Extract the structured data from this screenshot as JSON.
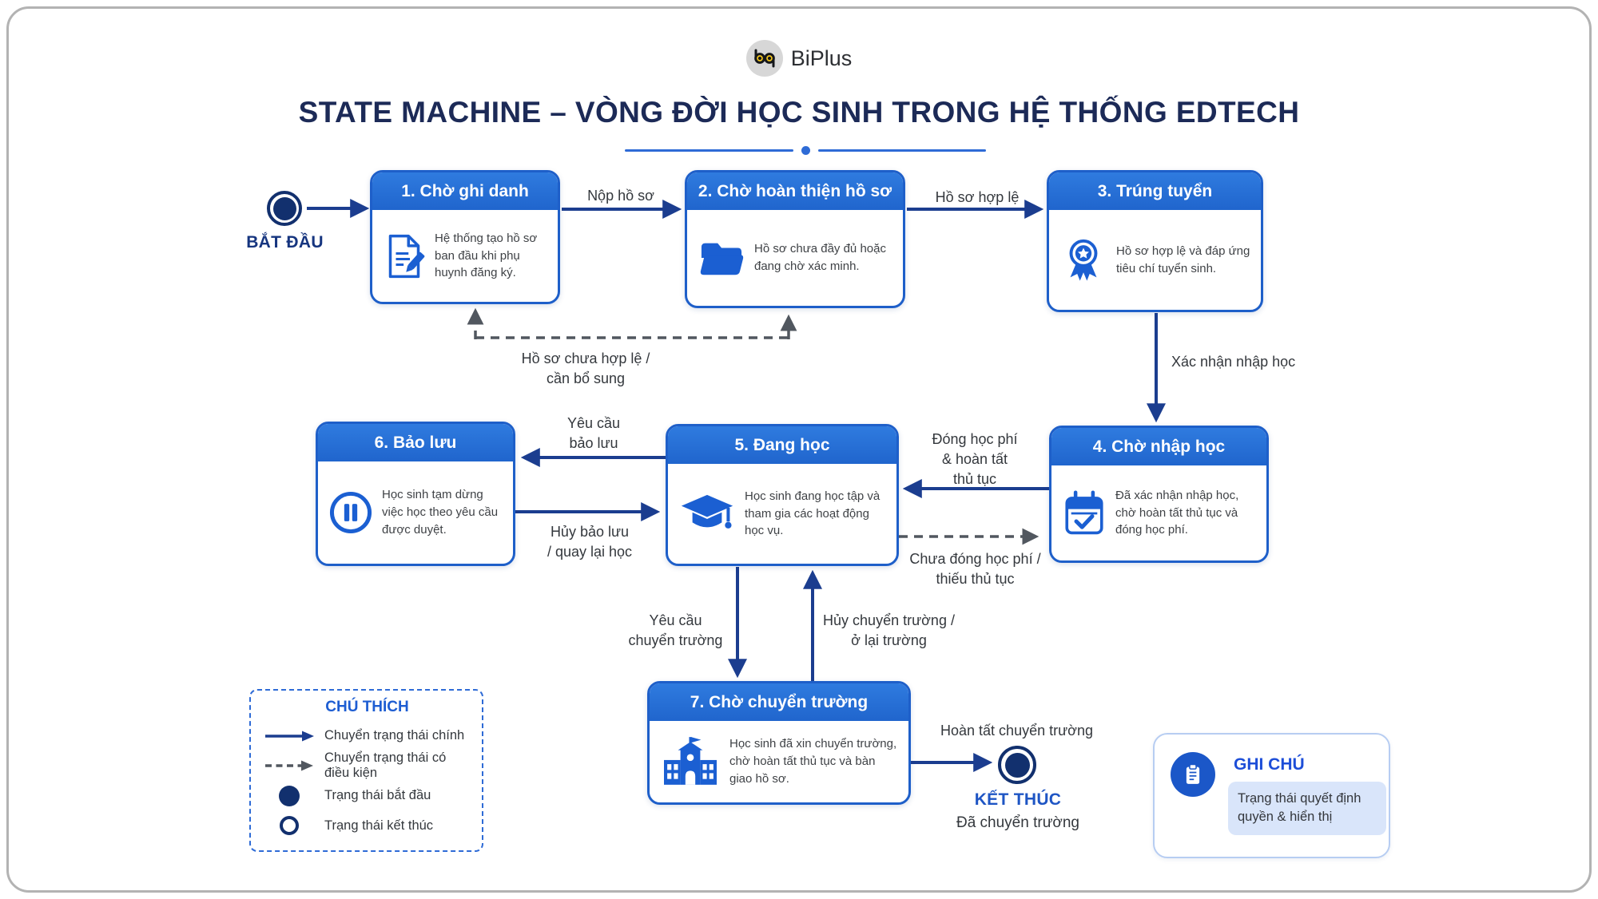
{
  "brand": {
    "name": "BiPlus",
    "logo_icon": "owl-icon"
  },
  "header": {
    "title": "STATE MACHINE – VÒNG ĐỜI HỌC SINH TRONG HỆ THỐNG EDTECH"
  },
  "start_node": {
    "label": "BẮT ĐẦU"
  },
  "end_node": {
    "label": "KẾT THÚC",
    "sublabel": "Đã chuyển trường"
  },
  "states": [
    {
      "title": "1. Chờ ghi danh",
      "desc": "Hệ thống tạo hồ sơ ban đầu khi phụ huynh đăng ký.",
      "icon": "document-edit-icon"
    },
    {
      "title": "2. Chờ hoàn thiện hồ sơ",
      "desc": "Hồ sơ chưa đầy đủ hoặc đang chờ xác minh.",
      "icon": "folder-icon"
    },
    {
      "title": "3. Trúng tuyển",
      "desc": "Hồ sơ hợp lệ và đáp ứng tiêu chí tuyển sinh.",
      "icon": "medal-icon"
    },
    {
      "title": "4. Chờ nhập học",
      "desc": "Đã xác nhận nhập học, chờ hoàn tất thủ tục và đóng học phí.",
      "icon": "calendar-check-icon"
    },
    {
      "title": "5. Đang học",
      "desc": "Học sinh đang học tập và tham gia các hoạt động học vụ.",
      "icon": "graduation-cap-icon"
    },
    {
      "title": "6. Bảo lưu",
      "desc": "Học sinh tạm dừng việc học theo yêu cầu được duyệt.",
      "icon": "pause-icon"
    },
    {
      "title": "7. Chờ chuyển trường",
      "desc": "Học sinh đã xin chuyển trường, chờ hoàn tất thủ tục và bàn giao hồ sơ.",
      "icon": "school-icon"
    }
  ],
  "transitions": {
    "submit": {
      "label": "Nộp hồ sơ",
      "type": "main"
    },
    "valid": {
      "label": "Hồ sơ hợp lệ",
      "type": "main"
    },
    "invalid": {
      "label": "Hồ sơ chưa hợp lệ /\ncần bổ sung",
      "type": "conditional"
    },
    "confirm": {
      "label": "Xác nhận nhập học",
      "type": "main"
    },
    "pay_complete": {
      "label": "Đóng học phí\n& hoàn tất\nthủ tục",
      "type": "main"
    },
    "pay_missing": {
      "label": "Chưa đóng học phí /\nthiếu thủ tục",
      "type": "conditional"
    },
    "reserve_request": {
      "label": "Yêu cầu\nbảo lưu",
      "type": "main"
    },
    "reserve_cancel": {
      "label": "Hủy bảo lưu\n/ quay lại học",
      "type": "main"
    },
    "transfer_request": {
      "label": "Yêu cầu\nchuyển trường",
      "type": "main"
    },
    "transfer_cancel": {
      "label": "Hủy chuyển trường /\nở lại trường",
      "type": "main"
    },
    "transfer_done": {
      "label": "Hoàn tất chuyển trường",
      "type": "main"
    }
  },
  "legend": {
    "title": "CHÚ THÍCH",
    "items": [
      {
        "icon": "solid-arrow-icon",
        "label": "Chuyển trạng thái chính"
      },
      {
        "icon": "dashed-arrow-icon",
        "label": "Chuyển trạng thái có điều kiện"
      },
      {
        "icon": "start-state-icon",
        "label": "Trạng thái bắt đầu"
      },
      {
        "icon": "end-state-icon",
        "label": "Trạng thái kết thúc"
      }
    ]
  },
  "note": {
    "title": "GHI CHÚ",
    "icon": "clipboard-icon",
    "text": "Trạng thái quyết định quyền & hiển thị"
  },
  "colors": {
    "state_header_blue": "#2470d4",
    "state_border_blue": "#1e5fc9",
    "icon_blue": "#1b5fd2",
    "arrow_navy": "#1b3d8f",
    "conditional_gray": "#51575f",
    "title_navy": "#1c2a57",
    "node_navy": "#12306e",
    "legend_blue": "#1d5dd2",
    "note_bg": "#d9e5fa"
  }
}
